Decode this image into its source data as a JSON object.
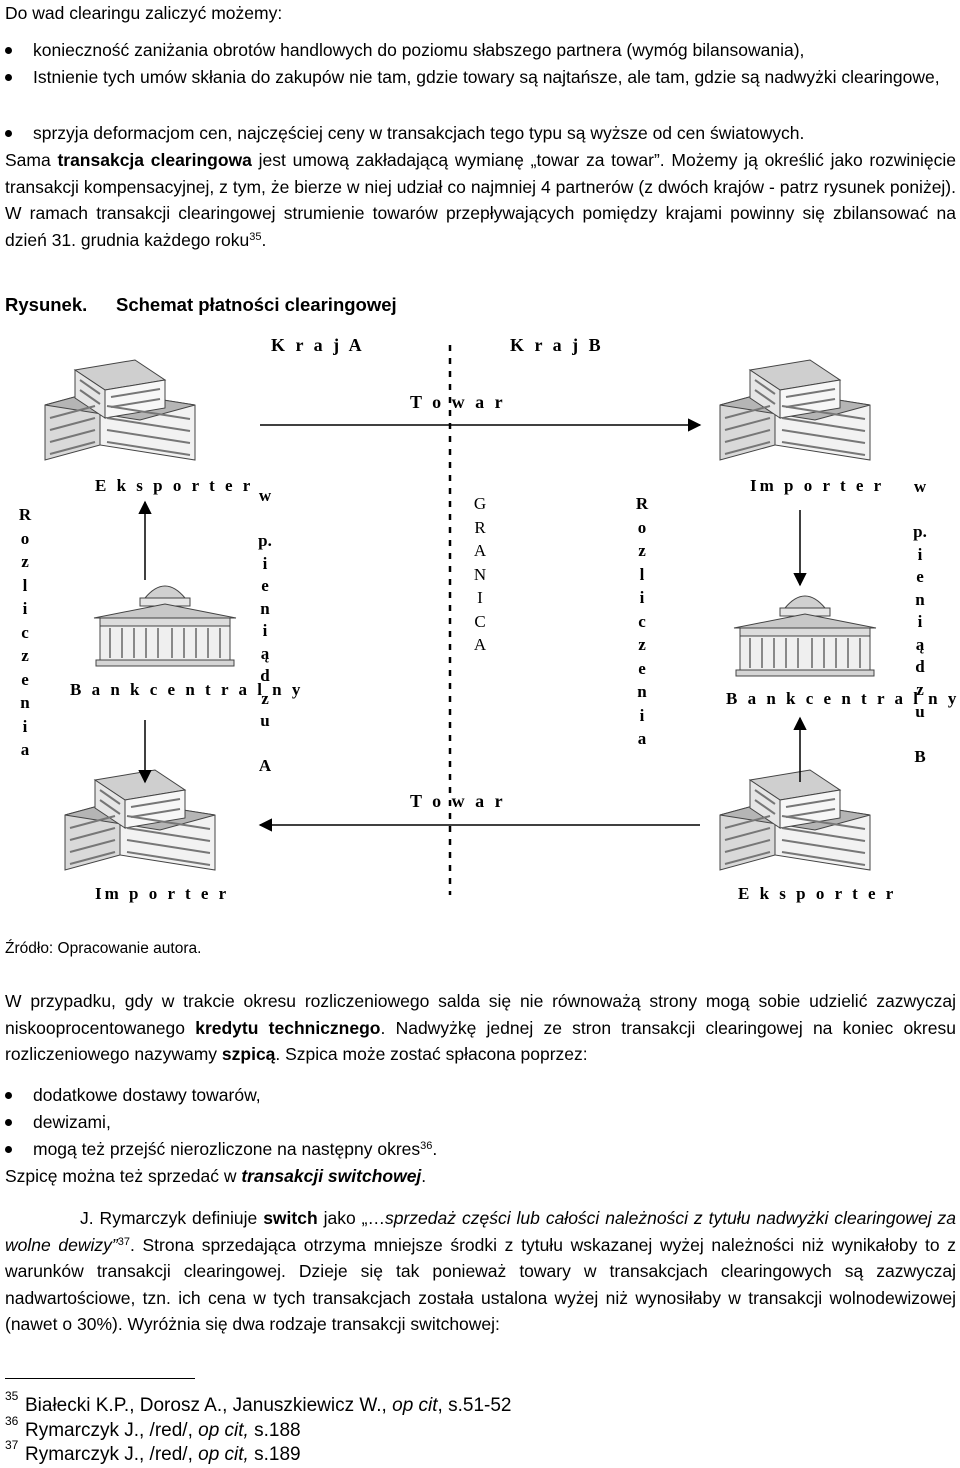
{
  "intro": {
    "heading": "Do wad clearingu zaliczyć możemy:",
    "bullets": [
      "konieczność zaniżania obrotów handlowych do poziomu słabszego partnera (wymóg bilansowania),",
      "Istnienie tych umów skłania do zakupów nie tam, gdzie towary są najtańsze, ale tam, gdzie są nadwyżki clearingowe,",
      "sprzyja deformacjom cen, najczęściej ceny w transakcjach tego typu są wyższe od cen światowych."
    ]
  },
  "para1": {
    "t1": "Sama ",
    "b1": "transakcja clearingowa",
    "t2": " jest umową  zakładającą wymianę  „towar za towar”. Możemy ją określić jako rozwinięcie transakcji kompensacyjnej, z tym, że bierze w niej udział co najmniej 4 partnerów (z dwóch krajów - patrz rysunek poniżej). W ramach transakcji clearingowej strumienie towarów przepływających pomiędzy krajami powinny się zbilansować na dzień 31. grudnia każdego roku",
    "sup": "35",
    "t3": "."
  },
  "figure": {
    "label": "Rysunek.",
    "title": "Schemat płatności clearingowej",
    "country_a": "K r a j  A",
    "country_b": "K r a j  B",
    "goods_top": "T o w a r",
    "goods_bottom": "T o w a r",
    "exporter_a": "E k s p o r t e r",
    "importer_b": "Im p o r t e r",
    "bank_a": "B a n k   c e n t r a l n y",
    "bank_b": "B a n k  c e n t r a l n y",
    "importer_a": "Im p o r t e r",
    "exporter_b": "E k s p o r t e r",
    "settlements_left": [
      "R",
      "o",
      "z",
      "l",
      "i",
      "c",
      "z",
      "e",
      "n",
      "i",
      "a"
    ],
    "settlements_right": [
      "R",
      "o",
      "z",
      "l",
      "i",
      "c",
      "z",
      "e",
      "n",
      "i",
      "a"
    ],
    "border": [
      "G",
      "R",
      "A",
      "N",
      "I",
      "C",
      "A"
    ],
    "payments_a": [
      "w",
      "",
      "p.",
      "i",
      "e",
      "n",
      "i",
      "ą",
      "d",
      "z",
      "u",
      "",
      "A"
    ],
    "payments_b": [
      "w",
      "",
      "p.",
      "i",
      "e",
      "n",
      "i",
      "ą",
      "d",
      "z",
      "u",
      "",
      "B"
    ],
    "source": "Źródło: Opracowanie autora."
  },
  "para2": {
    "t1": "W przypadku, gdy w trakcie okresu rozliczeniowego salda się nie równoważą strony mogą sobie udzielić zazwyczaj niskooprocentowanego ",
    "b1": "kredytu technicznego",
    "t2": ". Nadwyżkę jednej ze stron transakcji clearingowej na koniec okresu rozliczeniowego nazywamy ",
    "b2": "szpicą",
    "t3": ". Szpica może zostać spłacona poprzez:"
  },
  "bullets2": [
    "dodatkowe dostawy towarów,",
    "dewizami,",
    "mogą też przejść nierozliczone na następny okres"
  ],
  "bullets2_sup": "36",
  "switch_line": {
    "t1": "Szpicę można też sprzedać w ",
    "bi": "transakcji switchowej",
    "t2": "."
  },
  "para3": {
    "t1": "J. Rymarczyk definiuje ",
    "b1": "switch",
    "t2": " jako  „…",
    "i1": "sprzedaż części lub całości należności z tytułu nadwyżki clearingowej za wolne dewizy",
    "t3": "”",
    "sup": "37",
    "t4": ". Strona sprzedająca otrzyma mniejsze środki z tytułu wskazanej wyżej należności niż wynikałoby to z warunków transakcji clearingowej. Dzieje się tak ponieważ  towary w transakcjach clearingowych są zazwyczaj nadwartościowe, tzn. ich cena w tych transakcjach została ustalona wyżej niż wynosiłaby w transakcji wolnodewizowej (nawet o 30%). Wyróżnia się dwa rodzaje transakcji switchowej:"
  },
  "footnotes": [
    {
      "num": "35",
      "pre": "Białecki K.P., Dorosz A., Januszkiewicz W., ",
      "ital": "op cit",
      "post": ", s.51-52"
    },
    {
      "num": "36",
      "pre": "Rymarczyk J., /red/, ",
      "ital": "op cit,",
      "post": " s.188"
    },
    {
      "num": "37",
      "pre": "Rymarczyk J., /red/, ",
      "ital": "op cit,",
      "post": " s.189"
    }
  ]
}
